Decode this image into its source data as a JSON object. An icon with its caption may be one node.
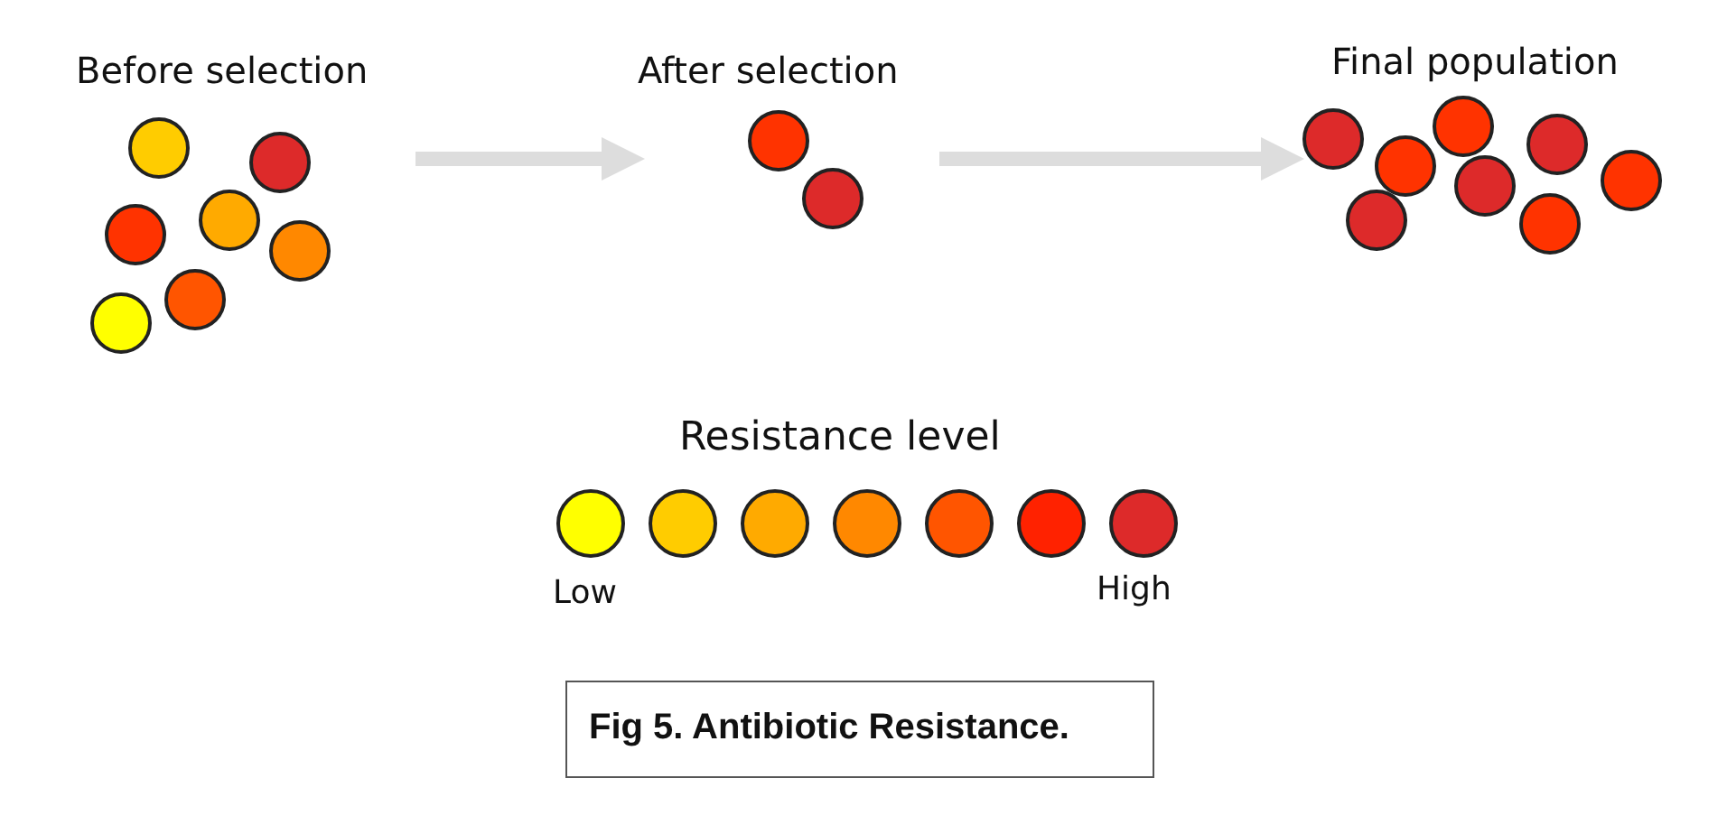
{
  "diagram": {
    "caption": "Fig 5. Antibiotic Resistance.",
    "nodes": [
      {
        "text": [
          "Before selection"
        ]
      },
      {
        "text": [],
        "shape": "circle",
        "in": 0
      },
      {
        "text": [],
        "shape": "circle",
        "in": 0
      },
      {
        "text": [],
        "shape": "circle",
        "in": 0
      },
      {
        "text": [],
        "shape": "circle",
        "in": 0
      },
      {
        "text": [],
        "shape": "circle",
        "in": 0
      },
      {
        "text": [],
        "shape": "circle",
        "in": 0
      },
      {
        "text": [],
        "shape": "circle",
        "in": 0
      },
      {
        "text": [
          "After selection"
        ]
      },
      {
        "text": [],
        "shape": "circle",
        "in": 8
      },
      {
        "text": [],
        "shape": "circle",
        "in": 8
      },
      {
        "text": [
          "Final population"
        ]
      },
      {
        "text": [],
        "shape": "circle",
        "in": 11
      },
      {
        "text": [],
        "shape": "circle",
        "in": 11
      },
      {
        "text": [],
        "shape": "circle",
        "in": 11
      },
      {
        "text": [],
        "shape": "circle",
        "in": 11
      },
      {
        "text": [],
        "shape": "circle",
        "in": 11
      },
      {
        "text": [],
        "shape": "circle",
        "in": 11
      },
      {
        "text": [],
        "shape": "circle",
        "in": 11
      },
      {
        "text": [],
        "shape": "circle",
        "in": 11
      }
    ],
    "edges": [
      {
        "from": 0,
        "to": 8,
        "arrow": "to"
      },
      {
        "from": 8,
        "to": 11,
        "arrow": "to"
      }
    ],
    "labels": [
      "Resistance level",
      "Low",
      "High"
    ]
  }
}
